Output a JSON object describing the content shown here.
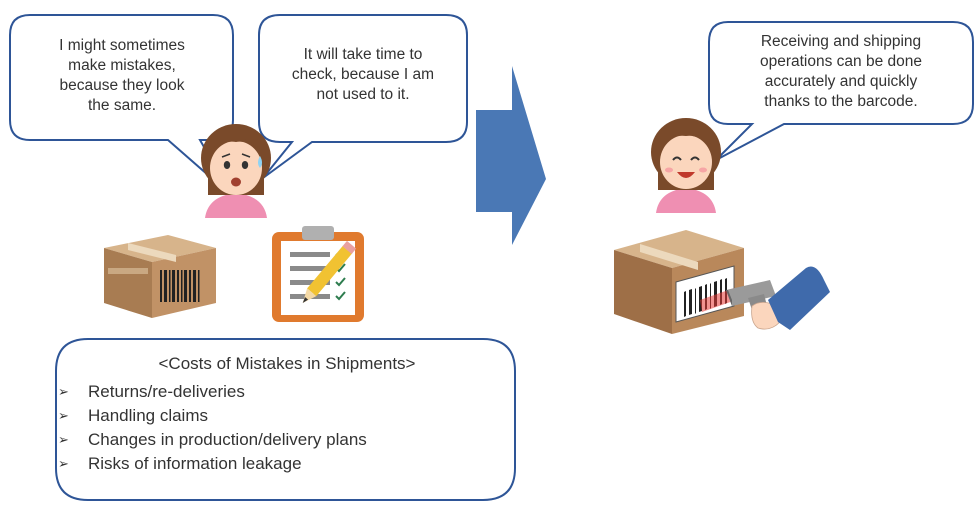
{
  "bubbles": {
    "mistakes": [
      "I might sometimes",
      "make mistakes,",
      "because they look",
      "the same."
    ],
    "time": [
      "It will take time to",
      "check, because I am",
      "not used to it."
    ],
    "barcode": [
      "Receiving and shipping",
      "operations can be done",
      "accurately and quickly",
      "thanks to the barcode."
    ]
  },
  "costs": {
    "title": "<Costs of Mistakes in Shipments>",
    "items": [
      "Returns/re-deliveries",
      "Handling claims",
      "Changes in production/delivery plans",
      "Risks of information leakage"
    ]
  },
  "icons": {
    "bullet": "➢",
    "worried_person": "worried-woman",
    "happy_person": "smiling-woman",
    "box_plain": "cardboard-box",
    "checklist": "clipboard-checklist",
    "box_scanned": "barcode-box",
    "scanner": "barcode-scanner"
  },
  "colors": {
    "bubble_stroke": "#2e5597",
    "arrow": "#4a78b5",
    "box": "#a87c52",
    "shirt": "#ef8fb2",
    "hair": "#7a4a2a",
    "skin": "#fbd6bd",
    "scan_beam": "#e53935"
  }
}
